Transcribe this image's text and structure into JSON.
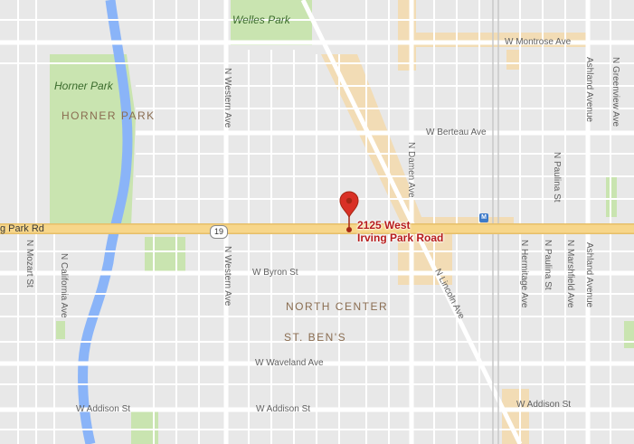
{
  "colors": {
    "land": "#e8e8e8",
    "minor_road": "#ffffff",
    "arterial": "#ffffff",
    "highway": "#f7d68a",
    "highway_edge": "#e6bf69",
    "commercial": "#f2dcb5",
    "park": "#c9e4b0",
    "water": "#8ab4f8",
    "rail": "#c8c8c8",
    "pin": "#d93025",
    "pin_dark": "#a52714",
    "address_text": "#b71c1c",
    "neighborhood_text": "#8a6d51",
    "park_text": "#3a6b2c"
  },
  "parks": {
    "welles_park": "Welles Park",
    "horner_park": "Horner Park"
  },
  "neighborhoods": {
    "horner_park": "HORNER PARK",
    "north_center": "NORTH CENTER",
    "st_bens": "ST. BEN'S"
  },
  "streets": {
    "irving_park": "g Park Rd",
    "montrose": "W Montrose Ave",
    "berteau": "W Berteau Ave",
    "byron": "W Byron St",
    "waveland": "W Waveland Ave",
    "addison_west": "W Addison St",
    "addison_mid": "W Addison St",
    "addison_east": "W Addison St",
    "western_north": "N Western Ave",
    "western_south": "N Western Ave",
    "damen": "N Damen Ave",
    "lincoln": "N Lincoln Ave",
    "ashland_north": "Ashland Avenue",
    "ashland_south": "Ashland Avenue",
    "greenview": "N Greenview Ave",
    "paulina_north": "N Paulina St",
    "paulina_south": "N Paulina St",
    "hermitage": "N Hermitage Ave",
    "marshfield": "N Marshfield Ave",
    "mozart": "N Mozart St",
    "california": "N California Ave"
  },
  "route_shield": "19",
  "metro_icon": "M",
  "icons": {
    "pin": "map-pin-icon",
    "metro": "metro-station-icon",
    "shield": "route-shield-icon"
  },
  "location": {
    "line1": "2125 West",
    "line2": "Irving Park Road"
  }
}
